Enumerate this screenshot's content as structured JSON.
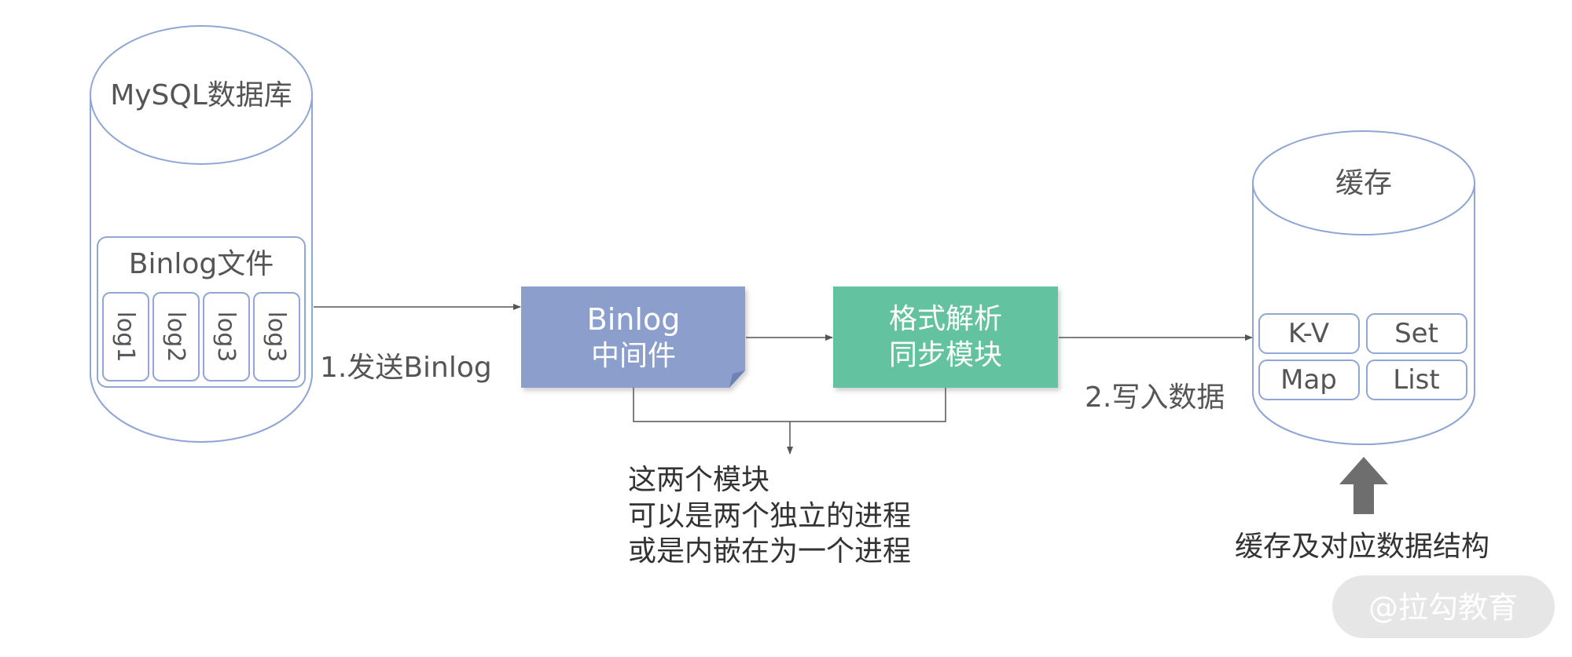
{
  "mysql": {
    "title": "MySQL数据库",
    "binlog_file_label": "Binlog文件",
    "logs": [
      "log1",
      "log2",
      "log3",
      "log3"
    ]
  },
  "middleware": {
    "line1": "Binlog",
    "line2": "中间件"
  },
  "parser": {
    "line1": "格式解析",
    "line2": "同步模块"
  },
  "cache": {
    "title": "缓存",
    "structures": [
      "K-V",
      "Set",
      "Map",
      "List"
    ],
    "caption": "缓存及对应数据结构"
  },
  "edges": {
    "send": "1.发送Binlog",
    "write": "2.写入数据"
  },
  "note": {
    "lines": [
      "这两个模块",
      "可以是两个独立的进程",
      "或是内嵌在为一个进程"
    ]
  },
  "watermark": "@拉勾教育",
  "colors": {
    "cylinder_stroke": "#8fa6d6",
    "middleware_fill": "#8c9fcc",
    "parser_fill": "#63c29f",
    "arrow": "#555555"
  }
}
